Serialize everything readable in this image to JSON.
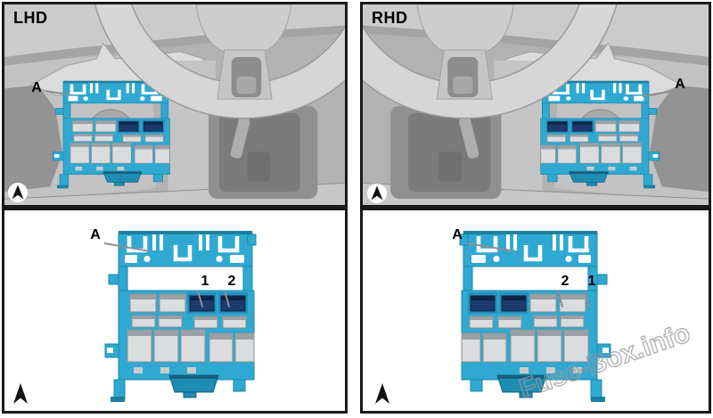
{
  "watermark": "Fuse-Box.info",
  "panels": {
    "lhd_photo": {
      "title": "LHD",
      "callout_a": "A"
    },
    "rhd_photo": {
      "title": "RHD",
      "callout_a": "A"
    },
    "lhd_diagram": {
      "callout_a": "A",
      "relay_left": "1",
      "relay_right": "2"
    },
    "rhd_diagram": {
      "callout_a": "A",
      "relay_left": "2",
      "relay_right": "1"
    }
  },
  "icons": {
    "photo_panel_marker": "north-up-arrow-in-circle",
    "diagram_panel_marker": "north-up-arrow"
  },
  "colors": {
    "highlight_cyan": "#2fa9d1",
    "highlight_cyan_dark": "#1d7f9e",
    "relay_navy": "#1d3a6d",
    "relay_navy_dark": "#0f2347",
    "relay_gray": "#dadcdd",
    "relay_gray_cap": "#9aa0a4",
    "photo_background_gray": "#b2b2b2",
    "panel_border": "#1a1a1a",
    "watermark_gray": "#9a9a9a"
  }
}
